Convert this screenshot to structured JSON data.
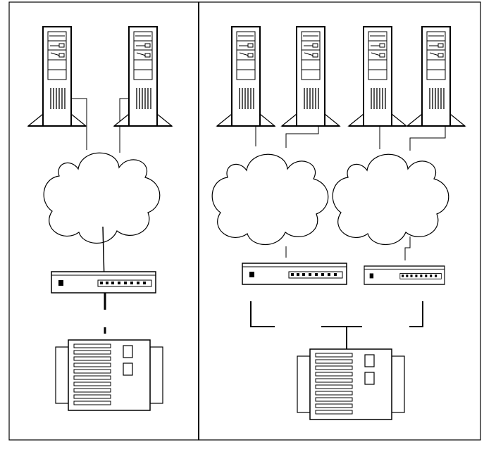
{
  "diagram": {
    "panels": [
      {
        "id": "left",
        "servers": [
          "server-1",
          "server-2"
        ],
        "clouds": [
          "network-cloud"
        ],
        "switches": [
          "switch"
        ],
        "hubs": [
          "hub"
        ]
      },
      {
        "id": "right",
        "servers": [
          "server-1",
          "server-2",
          "server-3",
          "server-4"
        ],
        "clouds": [
          "network-cloud-a",
          "network-cloud-b"
        ],
        "switches": [
          "switch-a",
          "switch-b"
        ],
        "hubs": [
          "hub"
        ]
      }
    ],
    "colors": {
      "stroke": "#000000",
      "fill": "#ffffff"
    },
    "icons": [
      "server-tower-icon",
      "network-cloud-icon",
      "network-switch-icon",
      "modular-hub-icon"
    ]
  }
}
